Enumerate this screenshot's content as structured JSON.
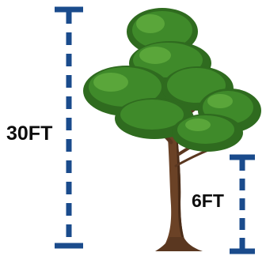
{
  "measurements": {
    "tall": {
      "label": "30FT"
    },
    "short": {
      "label": "6FT"
    }
  },
  "colors": {
    "scale_bar": "#1a4b8c",
    "foliage_dark": "#2f6b1f",
    "foliage_mid": "#3f8a2a",
    "foliage_light": "#5aa63a",
    "trunk": "#6b4226",
    "trunk_dark": "#4a2c18"
  },
  "icons": [
    "tree-illustration",
    "tall-height-scale-bar",
    "short-height-scale-bar"
  ]
}
